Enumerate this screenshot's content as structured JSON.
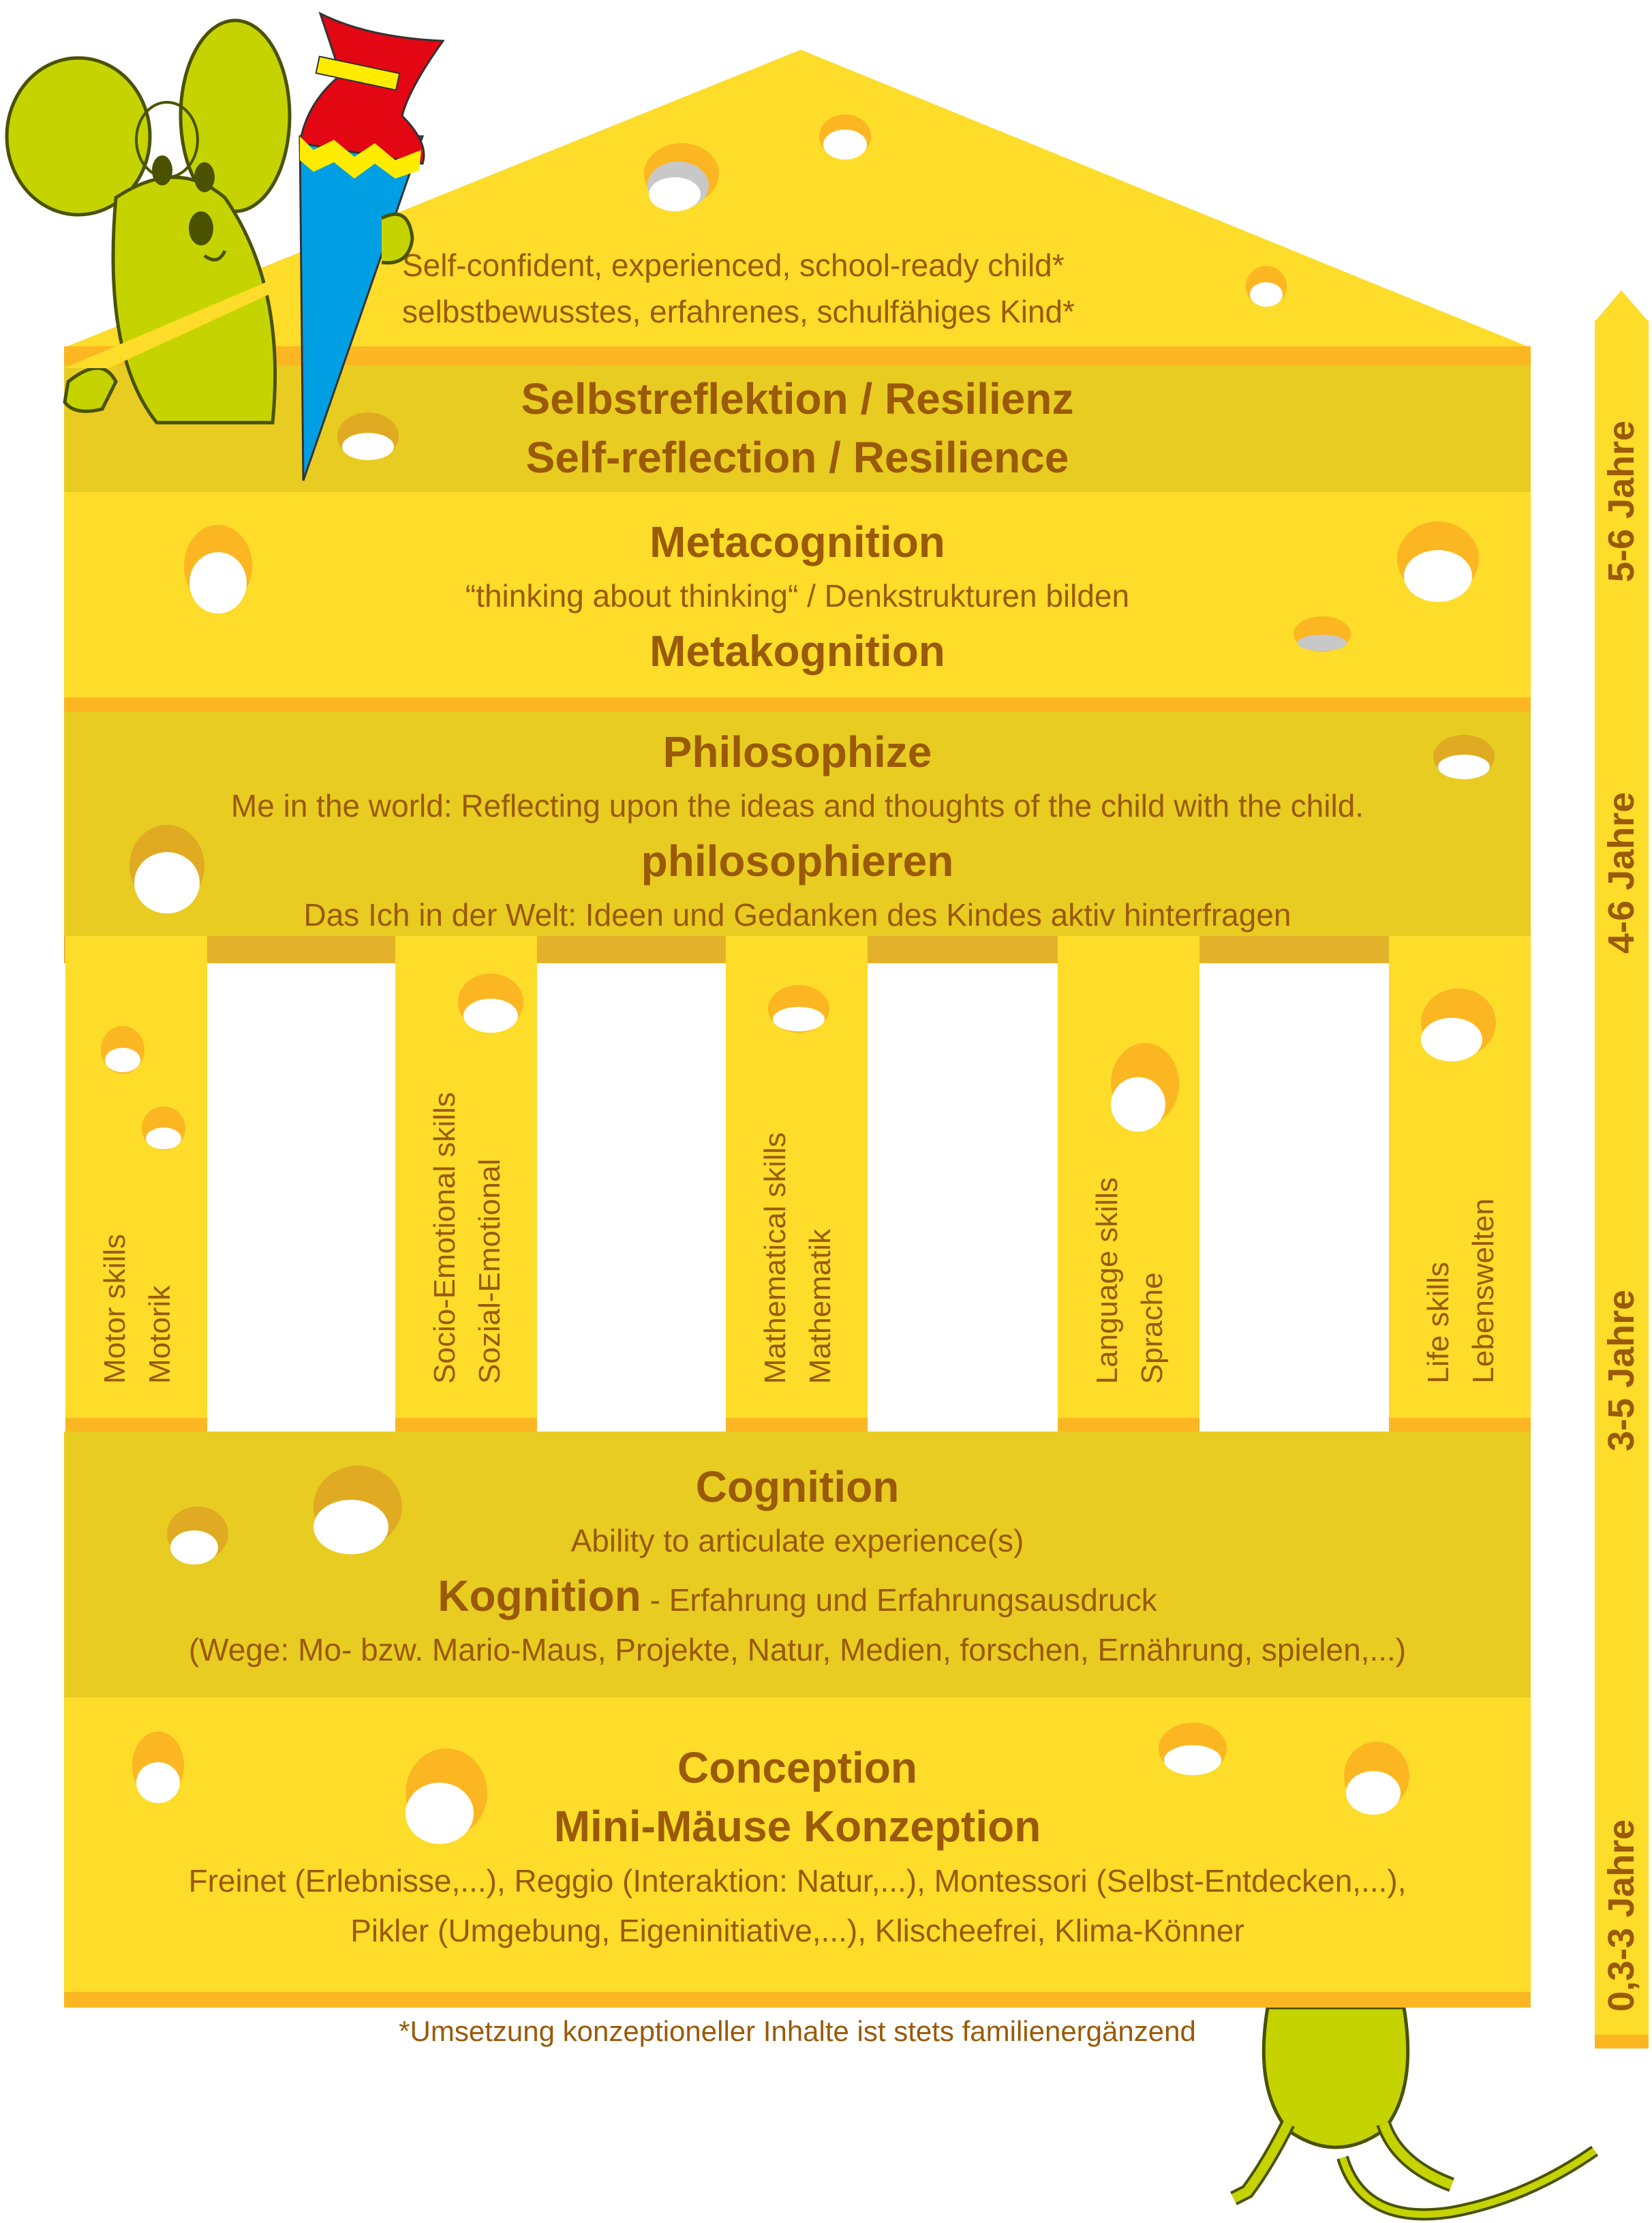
{
  "roof": {
    "line_en": "Self-confident, experienced, school-ready child*",
    "line_de": "selbstbewusstes, erfahrenes, schulfähiges Kind*"
  },
  "selfreflection": {
    "de": "Selbstreflektion / Resilienz",
    "en": "Self-reflection / Resilience"
  },
  "metacognition": {
    "en": "Metacognition",
    "sub": "“thinking about thinking“ / Denkstrukturen bilden",
    "de": "Metakognition"
  },
  "philosophize": {
    "en": "Philosophize",
    "en_sub": "Me in the world: Reflecting upon the ideas and thoughts of the child with the child.",
    "de": "philosophieren",
    "de_sub": "Das Ich in der Welt: Ideen und Gedanken des Kindes aktiv hinterfragen"
  },
  "pillars": [
    {
      "en": "Motor skills",
      "de": "Motorik"
    },
    {
      "en": "Socio-Emotional skills",
      "de": "Sozial-Emotional"
    },
    {
      "en": "Mathematical skills",
      "de": "Mathematik"
    },
    {
      "en": "Language skills",
      "de": "Sprache"
    },
    {
      "en": "Life skills",
      "de": "Lebenswelten"
    }
  ],
  "cognition": {
    "en": "Cognition",
    "sub": "Ability to articulate experience(s)",
    "de": "Kognition",
    "de_sub": " - Erfahrung und Erfahrungsausdruck",
    "ways": "(Wege: Mo- bzw. Mario-Maus, Projekte, Natur, Medien, forschen, Ernährung, spielen,...)"
  },
  "conception": {
    "en": "Conception",
    "de": "Mini-Mäuse Konzeption",
    "line1": "Freinet (Erlebnisse,...), Reggio (Interaktion: Natur,...), Montessori (Selbst-Entdecken,...),",
    "line2": "Pikler (Umgebung, Eigeninitiative,...), Klischeefrei, Klima-Könner"
  },
  "footnote": "*Umsetzung konzeptioneller Inhalte ist stets familienergänzend",
  "ages": [
    "5-6 Jahre",
    "4-6 Jahre",
    "3-5 Jahre",
    "0,3-3 Jahre"
  ],
  "colors": {
    "text": "#9a5a07",
    "cheese": "#fddc2a",
    "cheese_dark": "#e8cc22",
    "rind": "#fbb622",
    "mouse": "#c5d400"
  }
}
